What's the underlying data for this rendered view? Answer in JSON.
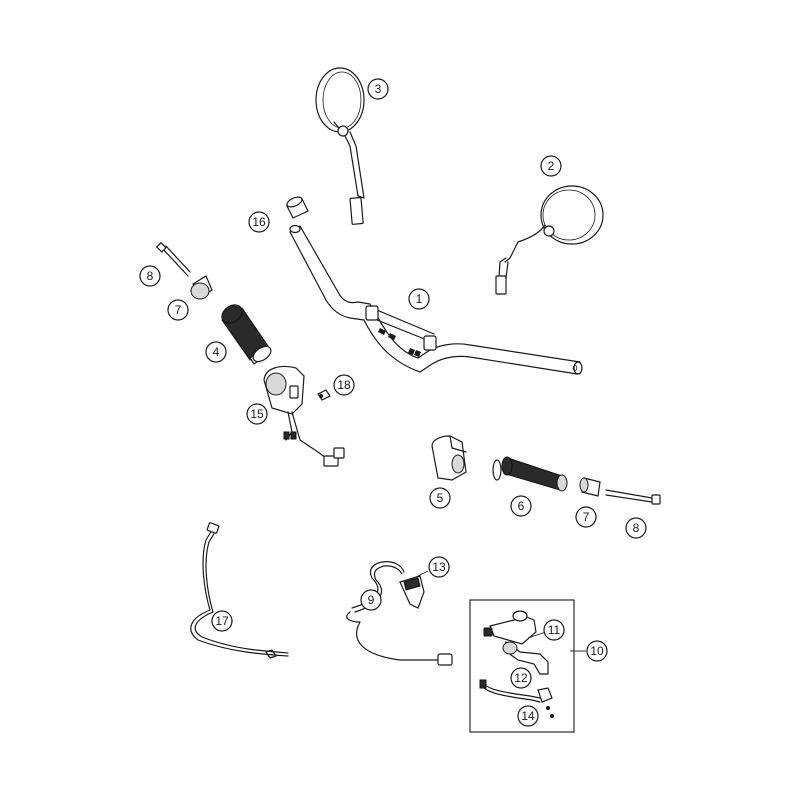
{
  "callouts": {
    "c1": "1",
    "c2": "2",
    "c3": "3",
    "c4": "4",
    "c5": "5",
    "c6": "6",
    "c7a": "7",
    "c7b": "7",
    "c8a": "8",
    "c8b": "8",
    "c9": "9",
    "c10": "10",
    "c11": "11",
    "c12": "12",
    "c13": "13",
    "c14": "14",
    "c15": "15",
    "c16": "16",
    "c17": "17",
    "c18": "18"
  },
  "colors": {
    "line": "#1a1a1a",
    "grip": "#2a2a2a",
    "background": "#ffffff"
  }
}
